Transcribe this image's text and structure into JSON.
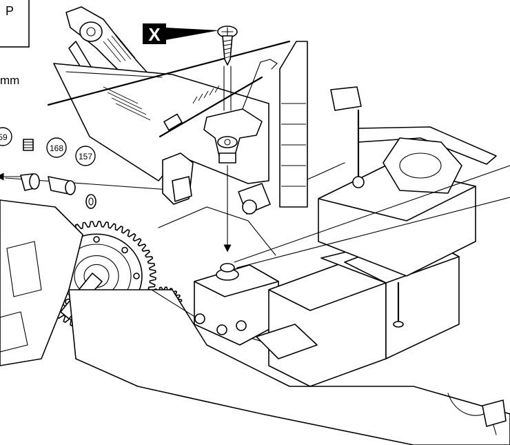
{
  "corner_box": {
    "text": "P"
  },
  "x_marker": {
    "letter": "X"
  },
  "dimension": {
    "text": "mm"
  },
  "callouts": [
    {
      "id": "c159",
      "number": "59"
    },
    {
      "id": "c168",
      "number": "168"
    },
    {
      "id": "c157",
      "number": "157"
    }
  ]
}
